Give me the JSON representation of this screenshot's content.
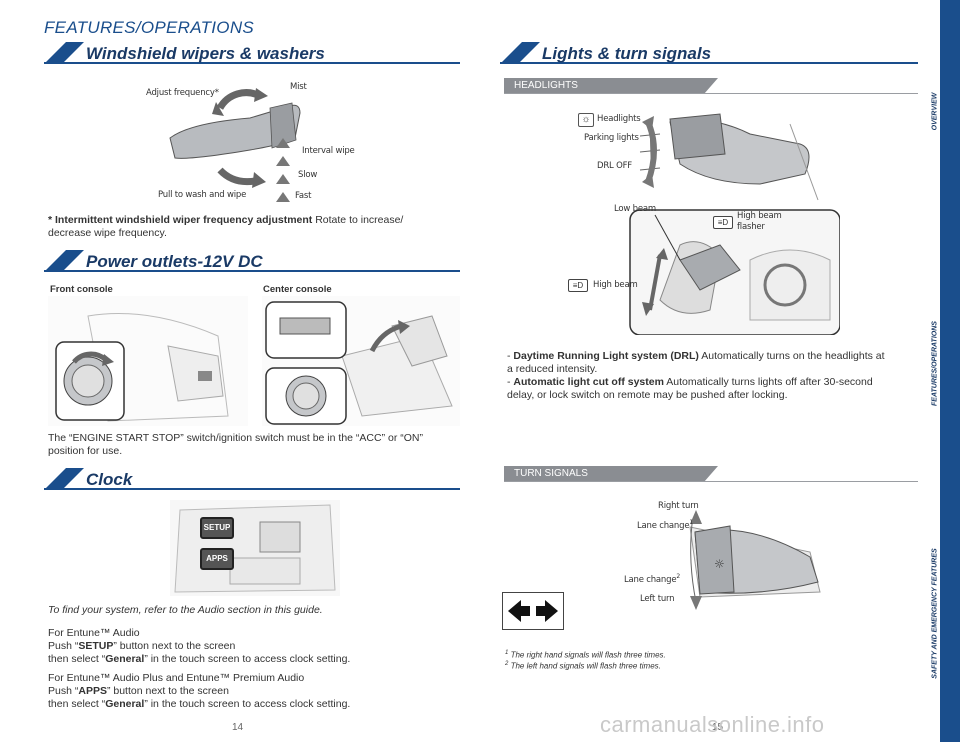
{
  "page": {
    "section_title": "FEATURES/OPERATIONS",
    "page_left": "14",
    "page_right": "15",
    "watermark": "carmanualsonline.info"
  },
  "wipers": {
    "title": "Windshield wipers & washers",
    "labels": {
      "adjust": "Adjust frequency*",
      "mist": "Mist",
      "interval": "Interval wipe",
      "slow": "Slow",
      "fast": "Fast",
      "pull": "Pull to wash and wipe"
    },
    "note_bold": "* Intermittent windshield wiper frequency adjustment",
    "note_text": " Rotate to increase/",
    "note_text2": "decrease wipe frequency."
  },
  "outlets": {
    "title": "Power outlets-12V DC",
    "front": "Front console",
    "center": "Center console",
    "note1": "The “ENGINE START STOP” switch/ignition switch must be in the “ACC” or “ON”",
    "note2": "position for use."
  },
  "clock": {
    "title": "Clock",
    "btn_setup": "SETUP",
    "btn_apps": "APPS",
    "intro": "To find your system, refer to the Audio section in this guide.",
    "p1_line1": "For Entune™ Audio",
    "p1_line2_a": "Push “",
    "p1_line2_b": "SETUP",
    "p1_line2_c": "” button next to the screen",
    "p1_line3_a": "then select “",
    "p1_line3_b": "General",
    "p1_line3_c": "” in the touch screen to access clock setting.",
    "p2_line1": "For Entune™ Audio Plus and Entune™ Premium Audio",
    "p2_line2_a": "Push “",
    "p2_line2_b": "APPS",
    "p2_line2_c": "” button next to the screen",
    "p2_line3_a": "then select “",
    "p2_line3_b": "General",
    "p2_line3_c": "” in the touch screen to access clock setting."
  },
  "lights": {
    "title": "Lights & turn signals",
    "headlights_tab": "HEADLIGHTS",
    "labels": {
      "headlights": "Headlights",
      "parking": "Parking lights",
      "drl_off": "DRL OFF",
      "low_beam": "Low beam",
      "high_flasher_1": "High beam",
      "high_flasher_2": "flasher",
      "high_beam": "High beam"
    },
    "drl_dash": "- ",
    "drl_bold": "Daytime Running Light system (DRL)",
    "drl_text": " Automatically turns on the headlights at",
    "drl_text2": "a reduced intensity.",
    "auto_dash": "- ",
    "auto_bold": "Automatic light cut off system",
    "auto_text": " Automatically turns lights off after 30-second",
    "auto_text2": "delay, or lock switch on remote may be pushed after locking."
  },
  "turn": {
    "tab": "TURN SIGNALS",
    "right_turn": "Right turn",
    "lane_change": "Lane change",
    "sup1": "1",
    "sup2": "2",
    "left_turn": "Left turn",
    "fn1": "The right hand signals will flash three times.",
    "fn2": "The left hand signals will flash three times."
  },
  "sidebar": {
    "overview": "OVERVIEW",
    "features": "FEATURES/OPERATIONS",
    "safety": "SAFETY AND EMERGENCY FEATURES"
  }
}
